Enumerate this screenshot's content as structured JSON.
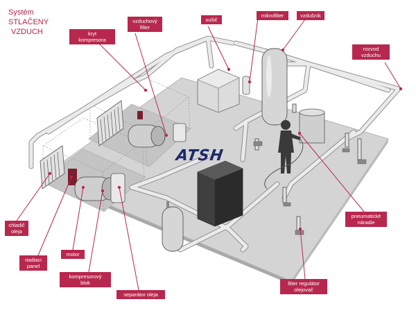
{
  "title": {
    "line1": "Systém",
    "line2": "STLAČENY",
    "line3": "VZDUCH"
  },
  "logo_text": "ATSH",
  "labels": {
    "kryt": "kryt\nkompresora",
    "vzduchovy": "vzduchový\nfilter",
    "susic": "sušič",
    "mikrofilter": "mikrofilter",
    "vzdusnik": "vzdušník",
    "rozvod": "rozvod\nvzduchu",
    "pneumaticke": "pneumatické\nnáradie",
    "chladic": "chladič\noleja",
    "riadiaci": "riadiaci\npanel",
    "motor": "motor",
    "kompresorovy": "kompresorový\nblok",
    "separator": "separátor oleja",
    "filter_regulator": "filter regulátor\nolejovač"
  },
  "colors": {
    "label_bg": "#b8274d",
    "leader": "#b8274d",
    "floor": "#d6d6d6",
    "pipe": "#e8e8e8",
    "equipment": "#bdbdbd",
    "logo": "#1d2a6b"
  }
}
